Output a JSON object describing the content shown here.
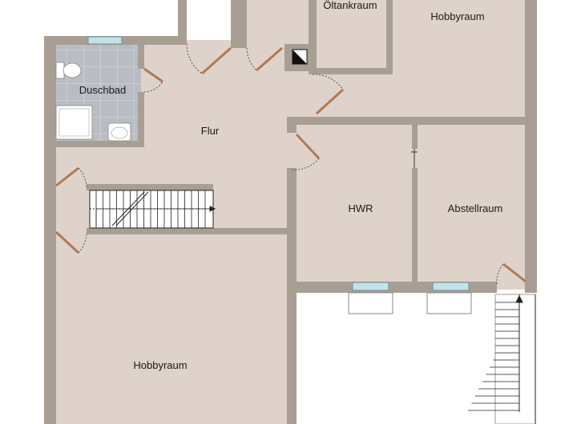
{
  "floorplan": {
    "rooms": {
      "oltankraum": "Öltankraum",
      "hobbyraum_top": "Hobbyraum",
      "duschbad": "Duschbad",
      "flur": "Flur",
      "hwr": "HWR",
      "abstellraum": "Abstellraum",
      "hobbyraum_bottom": "Hobbyraum"
    },
    "colors": {
      "wall": "#a89e93",
      "floor": "#dfd2cb",
      "tile": "#b8bcc2",
      "door": "#b07a52",
      "window": "#bfe3e8",
      "stair_line": "#222222"
    },
    "icons": [
      "toilet-icon",
      "shower-tray-icon",
      "washbasin-icon",
      "chimney-icon",
      "staircase-icon",
      "door-swing-icon",
      "window-icon"
    ]
  }
}
